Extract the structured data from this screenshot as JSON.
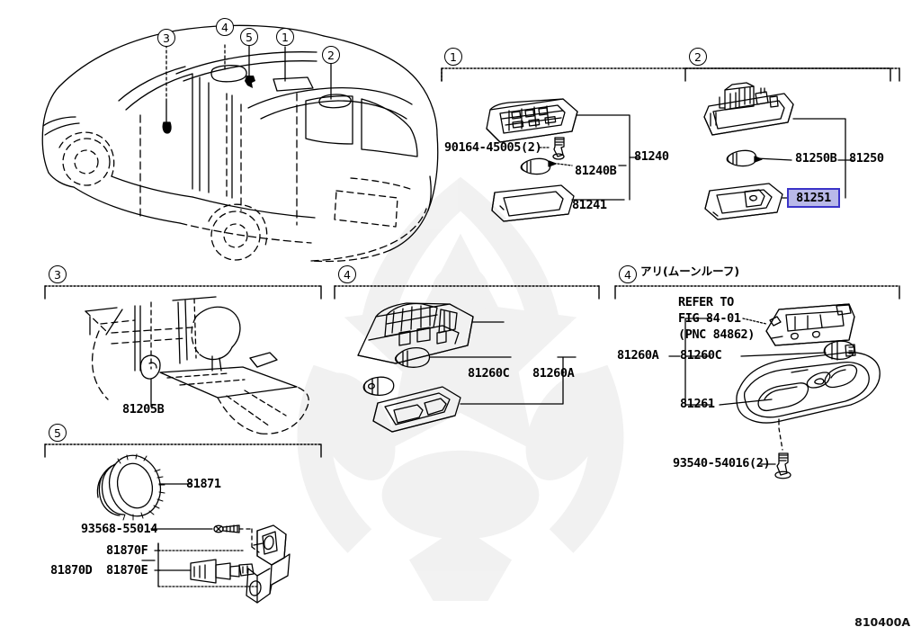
{
  "figure": {
    "code": "810400A",
    "title_callouts": [
      "1",
      "2",
      "3",
      "4",
      "5"
    ]
  },
  "vehicle_callouts": [
    {
      "id": "cv3",
      "num": "3"
    },
    {
      "id": "cv4",
      "num": "4"
    },
    {
      "id": "cv5",
      "num": "5"
    },
    {
      "id": "cv1",
      "num": "1"
    },
    {
      "id": "cv2",
      "num": "2"
    }
  ],
  "panels": [
    {
      "id": "p1",
      "num": "1",
      "note": "",
      "labels": [
        {
          "key": "bolt",
          "text": "90164-45005(2)"
        },
        {
          "key": "bulb",
          "text": "81240B"
        },
        {
          "key": "lens",
          "text": "81241"
        },
        {
          "key": "asm",
          "text": "81240"
        }
      ]
    },
    {
      "id": "p2",
      "num": "2",
      "note": "",
      "labels": [
        {
          "key": "bulb",
          "text": "81250B"
        },
        {
          "key": "asm",
          "text": "81250"
        },
        {
          "key": "lens",
          "text": "81251"
        }
      ],
      "highlight": {
        "text": "81251",
        "fill": "#b9b9e9",
        "stroke": "#3b34c8"
      }
    },
    {
      "id": "p3",
      "num": "3",
      "note": "",
      "labels": [
        {
          "key": "lamp",
          "text": "81205B"
        }
      ]
    },
    {
      "id": "p4a",
      "num": "4",
      "note": "",
      "labels": [
        {
          "key": "bulb",
          "text": "81260C"
        },
        {
          "key": "asm",
          "text": "81260A"
        }
      ]
    },
    {
      "id": "p4b",
      "num": "4",
      "note": "アリ(ムーンルーフ)",
      "labels": [
        {
          "key": "refer1",
          "text": "REFER TO"
        },
        {
          "key": "refer2",
          "text": "FIG 84-01"
        },
        {
          "key": "refer3",
          "text": "(PNC 84862)"
        },
        {
          "key": "asm",
          "text": "81260A"
        },
        {
          "key": "bulb",
          "text": "81260C"
        },
        {
          "key": "lens",
          "text": "81261"
        },
        {
          "key": "screw",
          "text": "93540-54016(2)"
        }
      ]
    },
    {
      "id": "p5",
      "num": "5",
      "note": "",
      "labels": [
        {
          "key": "ring",
          "text": "81871"
        },
        {
          "key": "screw",
          "text": "93568-55014"
        },
        {
          "key": "subF",
          "text": "81870F"
        },
        {
          "key": "subE",
          "text": "81870E"
        },
        {
          "key": "asmD",
          "text": "81870D"
        }
      ]
    }
  ]
}
